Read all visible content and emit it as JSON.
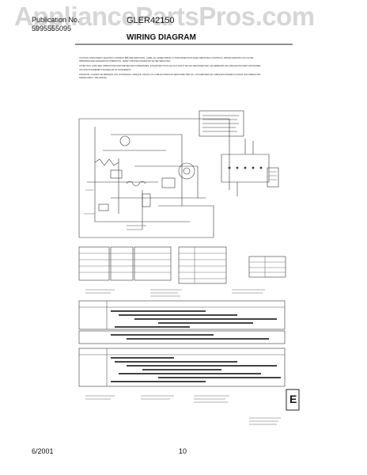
{
  "watermark": "AppliancePartsPros.com",
  "header": {
    "publication_label": "Publication No.",
    "publication_no": "5995555095",
    "model": "GLER42150",
    "section_title": "WIRING DIAGRAM"
  },
  "caution_text": {
    "en": "CAUTION: DISCONNECT ELECTRIC CURRENT BEFORE SERVICING. LABEL ALL WIRES PRIOR TO DISCONNECTION WHEN SERVICING CONTROLS. WIRING ERRORS CAN CAUSE IMPROPER AND DANGEROUS OPERATION. VERIFY PROPER OPERATION AFTER SERVICING.",
    "fr": "ATTENTION: LORS DES OPERATIONS D'ENTRETIEN DES COMMANDES, ETIQUETER TOUS LES FILS AVANT DE LES DECONNECTER. LES ERREURS DE CABLAGE PEUVENT ENTRAINER UN FONCTIONNEMENT INADEQUAT ET DANGEREUX.",
    "es": "ATENCION: CUANDO SE REPARAN LOS CONTROLES, MARQUE TODOS LOS CABLES ANTES DE DESCONECTARLOS. LOS ERRORES DE CABLEADO PUEDEN CAUSAR UNA OPERACION INADECUADA Y PELIGROSA."
  },
  "footer": {
    "date": "6/2001",
    "page": "10"
  },
  "icons": {
    "corner_mark": "E"
  }
}
